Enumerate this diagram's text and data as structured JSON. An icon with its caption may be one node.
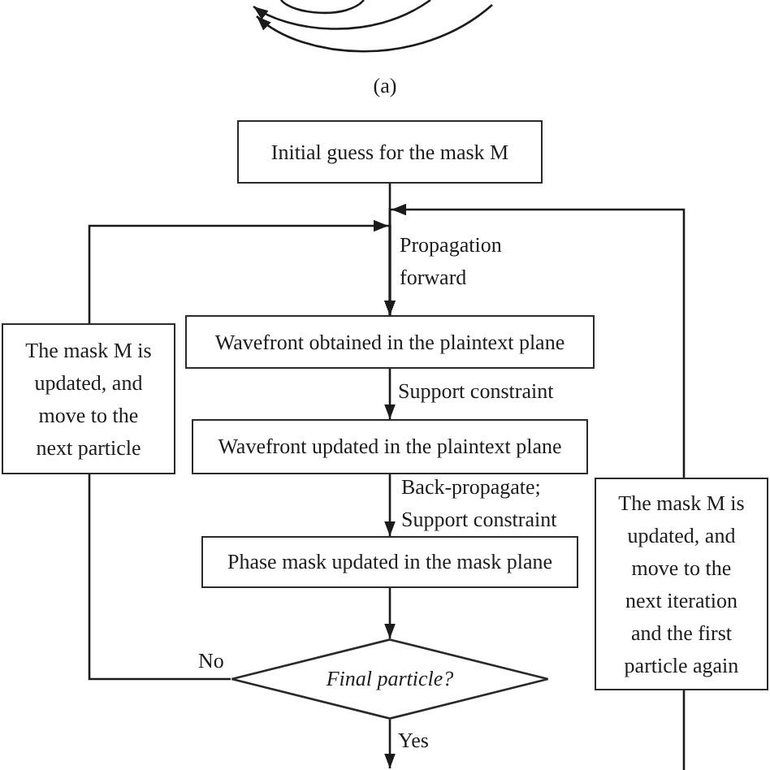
{
  "diagram": {
    "nodes": [
      {
        "text": [
          "Initial guess for the mask M"
        ]
      },
      {
        "text": [
          "Wavefront obtained in the plaintext plane"
        ]
      },
      {
        "text": [
          "Wavefront updated in the plaintext plane"
        ]
      },
      {
        "text": [
          "Phase mask updated in the mask plane"
        ]
      },
      {
        "text": [
          "Final particle?"
        ]
      },
      {
        "text": [
          "The mask M is updated, and move to the next particle"
        ]
      },
      {
        "text": [
          "The mask M is updated, and move to the next iteration and the first particle again"
        ]
      }
    ],
    "edges": [
      {
        "from": 0,
        "to": 1,
        "arrow": "to",
        "label": "Propagation forward"
      },
      {
        "from": 1,
        "to": 2,
        "arrow": "to",
        "label": "Support constraint"
      },
      {
        "from": 2,
        "to": 3,
        "arrow": "to",
        "label": "Back-propagate; Support constraint"
      },
      {
        "from": 3,
        "to": 4,
        "arrow": "to"
      },
      {
        "from": 4,
        "to": 5,
        "arrow": "none",
        "label": "No"
      },
      {
        "from": 5,
        "to": 1,
        "arrow": "to"
      },
      {
        "from": 4,
        "to": null,
        "arrow": "to",
        "label": "Yes"
      },
      {
        "from": null,
        "to": 6,
        "arrow": "none"
      },
      {
        "from": 6,
        "to": 1,
        "arrow": "to"
      }
    ],
    "labels": [
      "(a)"
    ]
  }
}
